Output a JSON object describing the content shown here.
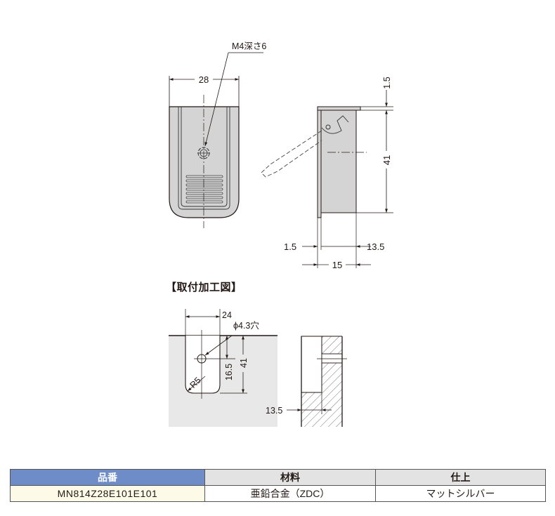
{
  "front_view": {
    "width_dim": "28",
    "tap_label": "M4深さ6"
  },
  "side_view": {
    "flange_thickness_dim": "1.5",
    "height_dim": "41",
    "flange_dim": "1.5",
    "depth_dim": "13.5",
    "overall_depth_dim": "15"
  },
  "mounting": {
    "section_title": "【取付加工図】",
    "cutout_width_dim": "24",
    "hole_label": "ϕ4.3穴",
    "hole_position_dim": "16.5",
    "cutout_depth_dim": "41",
    "radius_label": "R5",
    "recess_depth_dim": "13.5"
  },
  "colors": {
    "part_fill": "#d4d4d4",
    "panel_fill": "#e8e8e8",
    "header_key_bg": "#6e8dc8",
    "header_bg": "#e3e3e3",
    "key_cell_bg": "#fdfbe8"
  },
  "spec_table": {
    "headers": [
      "品番",
      "材料",
      "仕上"
    ],
    "rows": [
      [
        "MN814Z28E101E101",
        "亜鉛合金（ZDC）",
        "マットシルバー"
      ]
    ]
  }
}
